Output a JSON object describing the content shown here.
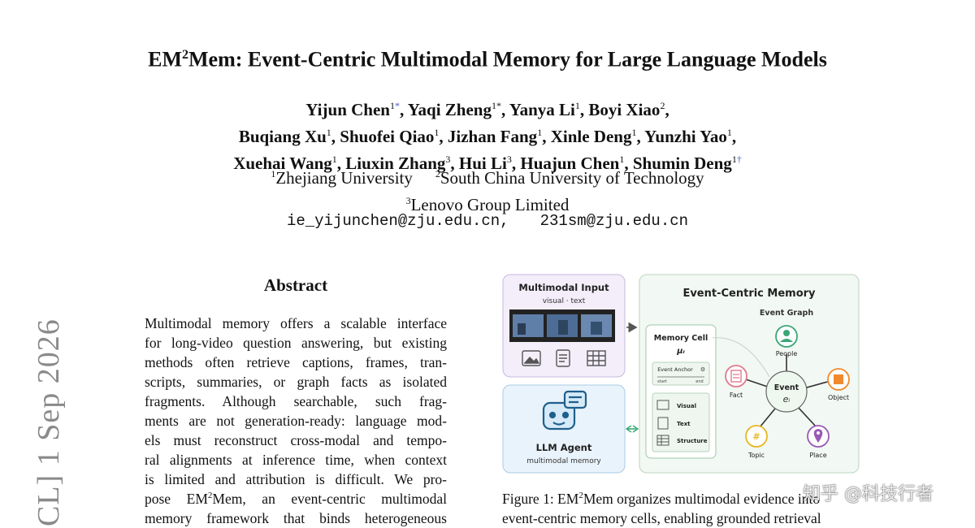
{
  "paper": {
    "title_pre": "EM",
    "title_sup": "2",
    "title_post": "Mem: Event-Centric Multimodal Memory for Large Language Models",
    "author_lines": [
      [
        {
          "name": "Yijun Chen",
          "sup": "1",
          "mark": "*",
          "sep": ", "
        },
        {
          "name": "Yaqi Zheng",
          "sup": "1*",
          "mark": "",
          "sep": ", "
        },
        {
          "name": "Yanya Li",
          "sup": "1",
          "mark": "",
          "sep": ", "
        },
        {
          "name": "Boyi Xiao",
          "sup": "2",
          "mark": "",
          "sep": ","
        }
      ],
      [
        {
          "name": "Buqiang Xu",
          "sup": "1",
          "mark": "",
          "sep": ", "
        },
        {
          "name": "Shuofei Qiao",
          "sup": "1",
          "mark": "",
          "sep": ", "
        },
        {
          "name": "Jizhan Fang",
          "sup": "1",
          "mark": "",
          "sep": ", "
        },
        {
          "name": "Xinle Deng",
          "sup": "1",
          "mark": "",
          "sep": ", "
        },
        {
          "name": "Yunzhi Yao",
          "sup": "1",
          "mark": "",
          "sep": ","
        }
      ],
      [
        {
          "name": "Xuehai Wang",
          "sup": "1",
          "mark": "",
          "sep": ", "
        },
        {
          "name": "Liuxin Zhang",
          "sup": "3",
          "mark": "",
          "sep": ", "
        },
        {
          "name": "Hui Li",
          "sup": "3",
          "mark": "",
          "sep": ", "
        },
        {
          "name": "Huajun Chen",
          "sup": "1",
          "mark": "",
          "sep": ", "
        },
        {
          "name": "Shumin Deng",
          "sup": "1",
          "mark": "†",
          "sep": ""
        }
      ]
    ],
    "affiliations": [
      {
        "sup": "1",
        "name": "Zhejiang University"
      },
      {
        "sup": "2",
        "name": "South China University of Technology"
      },
      {
        "sup": "3",
        "name": "Lenovo Group Limited"
      }
    ],
    "emails": [
      "ie_yijunchen@zju.edu.cn,",
      "231sm@zju.edu.cn"
    ],
    "arxiv_stamp": "CL]  1 Sep 2026",
    "abstract_heading": "Abstract",
    "abstract_lines": [
      "Multimodal memory offers a scalable interface",
      "for long-video question answering, but existing",
      "methods often retrieve captions, frames, tran-",
      "scripts, summaries, or graph facts as isolated",
      "fragments.  Although searchable, such frag-",
      "ments are not generation-ready: language mod-",
      "els must reconstruct cross-modal and tempo-",
      "ral alignments at inference time, when context",
      "is limited and attribution is difficult. We pro-"
    ],
    "abstract_line_10_pre": "pose EM",
    "abstract_line_10_sup": "2",
    "abstract_line_10_post": "Mem, an event-centric multimodal",
    "abstract_line_11": "memory framework that binds heterogeneous",
    "caption_1_pre": "Figure 1: EM",
    "caption_1_sup": "2",
    "caption_1_post": "Mem organizes multimodal evidence into",
    "caption_2": "event-centric memory cells, enabling grounded retrieval",
    "watermark": "知乎 @科技行者"
  },
  "figure": {
    "input_title": "Multimodal Input",
    "input_sub": "visual · text",
    "agent_title": "LLM Agent",
    "agent_sub": "multimodal memory",
    "memory_title": "Event-Centric Memory",
    "graph_title": "Event Graph",
    "cell_title": "Memory Cell",
    "cell_symbol": "μᵢ",
    "anchor_label": "Event Anchor",
    "anchor_start": "start",
    "anchor_end": "end",
    "cell_items": [
      "Visual",
      "Text",
      "Structure"
    ],
    "event_label": "Event",
    "event_symbol": "eᵢ",
    "nodes": [
      {
        "label": "People",
        "color": "#3aa876"
      },
      {
        "label": "Object",
        "color": "#f08a2c"
      },
      {
        "label": "Place",
        "color": "#9b59b6"
      },
      {
        "label": "Topic",
        "color": "#e8b622"
      },
      {
        "label": "Fact",
        "color": "#e07a8f"
      }
    ]
  }
}
